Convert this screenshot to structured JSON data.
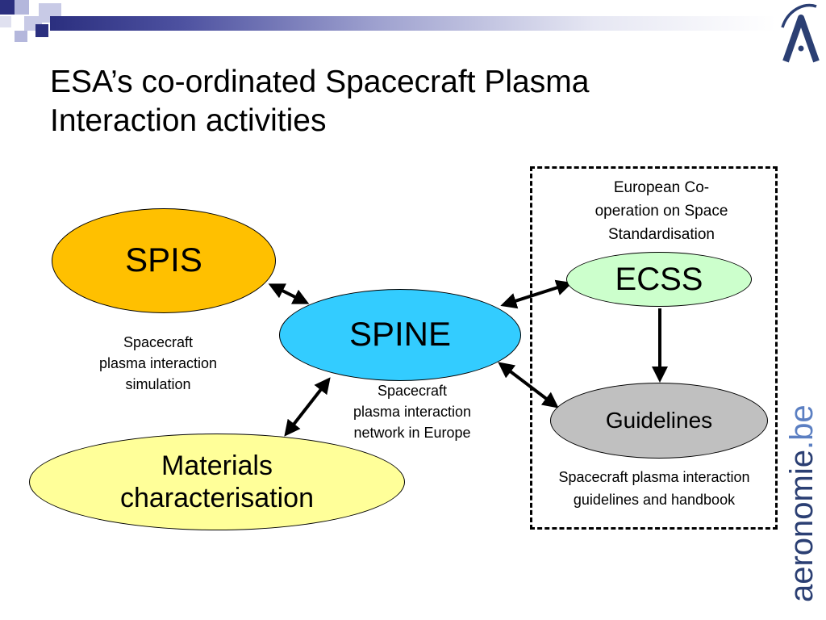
{
  "title": {
    "line1": "ESA’s co-ordinated Spacecraft Plasma",
    "line2": "Interaction activities"
  },
  "nodes": {
    "spis": {
      "label": "SPIS",
      "color": "#ffc000"
    },
    "spine": {
      "label": "SPINE",
      "color": "#33ccff"
    },
    "ecss": {
      "label": "ECSS",
      "color": "#ccffcc"
    },
    "guidelines": {
      "label": "Guidelines",
      "color": "#c0c0c0"
    },
    "materials": {
      "line1": "Materials",
      "line2": "characterisation",
      "color": "#ffff99"
    }
  },
  "captions": {
    "spis": {
      "line1": "Spacecraft",
      "line2": "plasma interaction",
      "line3": "simulation"
    },
    "spine": {
      "line1": "Spacecraft",
      "line2": "plasma interaction",
      "line3": "network in Europe"
    },
    "ecss": {
      "line1": "European Co-",
      "line2": "operation on Space",
      "line3": "Standardisation"
    },
    "guidelines": {
      "line1": "Spacecraft plasma interaction",
      "line2": "guidelines and handbook"
    }
  },
  "brand": {
    "name": "aeronomie",
    "dot": ".",
    "tld": "be",
    "color": "#2b3f73",
    "accent": "#5b7fc2"
  },
  "logo_icon": "aeronomie-a-logo-icon",
  "header_icon": "checker-squares-decoration"
}
